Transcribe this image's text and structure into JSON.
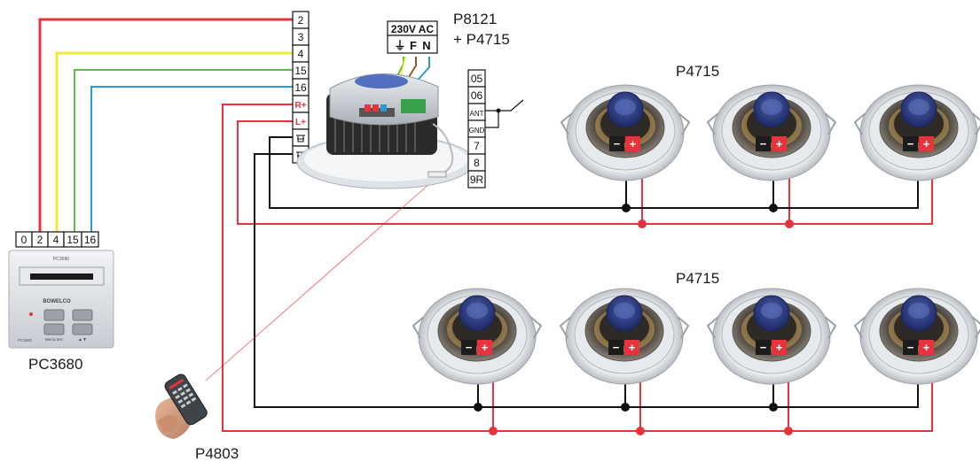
{
  "colors": {
    "red": "#e8323c",
    "yellow": "#f2e93a",
    "green": "#5cbf45",
    "blue": "#2a9ad6",
    "black": "#111111",
    "speaker_silver": "#d9dde2",
    "speaker_blue": "#2d3f86"
  },
  "labels": {
    "amp_model": "P8121",
    "amp_model_2": "+ P4715",
    "speaker_group_1": "P4715",
    "speaker_group_2": "P4715",
    "control_panel": "PC3680",
    "remote": "P4803"
  },
  "power": {
    "voltage": "230V AC",
    "earth": "⏚",
    "phase": "F",
    "neutral": "N"
  },
  "amp_terminals": [
    "2",
    "3",
    "4",
    "15",
    "16",
    "R+",
    "L+",
    "",
    ""
  ],
  "antenna_terminals": [
    "05",
    "06",
    "ANT",
    "GND",
    "7",
    "8",
    "9R"
  ],
  "panel_terminals": [
    "0",
    "2",
    "4",
    "15",
    "16"
  ],
  "panel": {
    "brand": "BOWELCO",
    "top_text": "PC3680",
    "corner_text": "PC3680",
    "btn_left": "Menu Sec",
    "btn_right": "▲▼"
  },
  "speaker_polarity": {
    "minus": "−",
    "plus": "+"
  }
}
